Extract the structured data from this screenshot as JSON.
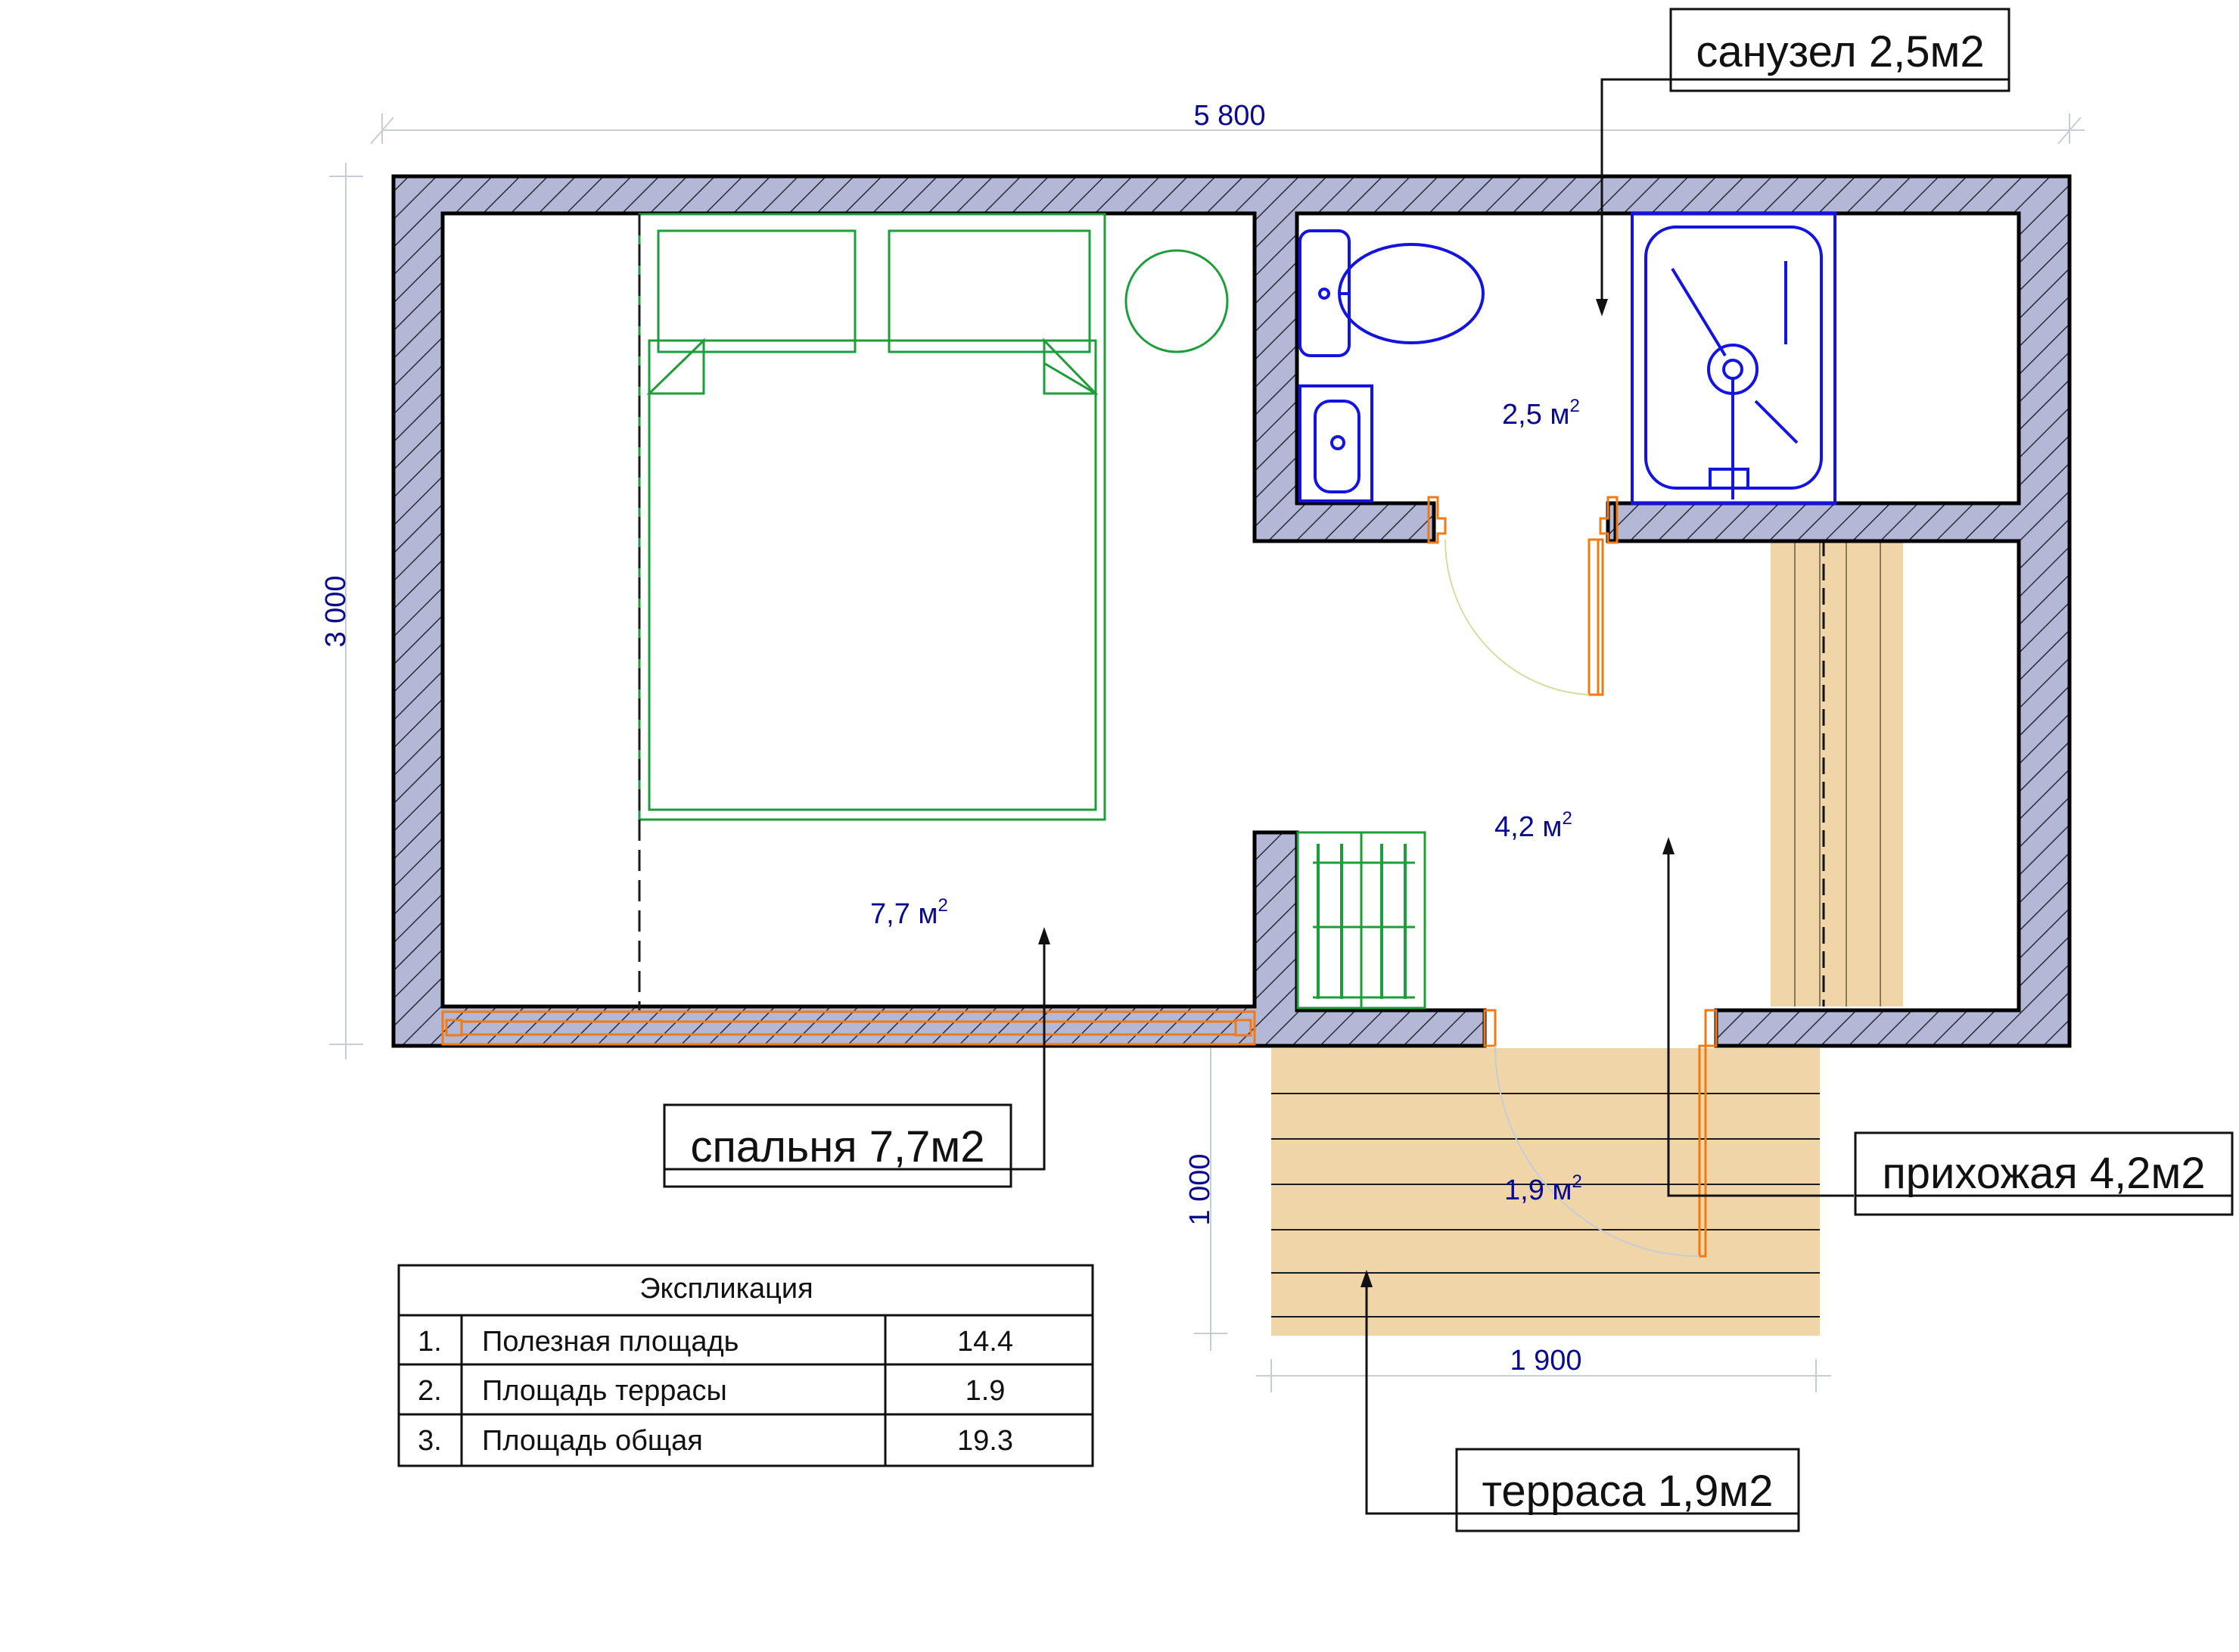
{
  "dimensions": {
    "total_width": "5 800",
    "total_height": "3 000",
    "terrace_depth": "1 000",
    "terrace_width": "1 900"
  },
  "areas": {
    "bathroom": {
      "value": "2,5 м",
      "sup": "2"
    },
    "hallway": {
      "value": "4,2 м",
      "sup": "2"
    },
    "bedroom": {
      "value": "7,7 м",
      "sup": "2"
    },
    "terrace": {
      "value": "1,9 м",
      "sup": "2"
    }
  },
  "callouts": {
    "bathroom": "санузел 2,5м2",
    "bedroom": "спальня 7,7м2",
    "hallway": "прихожая 4,2м2",
    "terrace": "терраса 1,9м2"
  },
  "explication": {
    "title": "Экспликация",
    "rows": [
      {
        "num": "1.",
        "name": "Полезная площадь",
        "value": "14.4"
      },
      {
        "num": "2.",
        "name": "Площадь террасы",
        "value": "1.9"
      },
      {
        "num": "3.",
        "name": "Площадь общая",
        "value": "19.3"
      }
    ]
  },
  "colors": {
    "wall_fill": "#b3b8d6",
    "furniture_bedroom": "#1e9e3a",
    "fixtures_bathroom": "#1414e0",
    "doors_windows": "#f07a14",
    "deck": "#efd5a8",
    "dimension_text": "#0a0a8c"
  }
}
